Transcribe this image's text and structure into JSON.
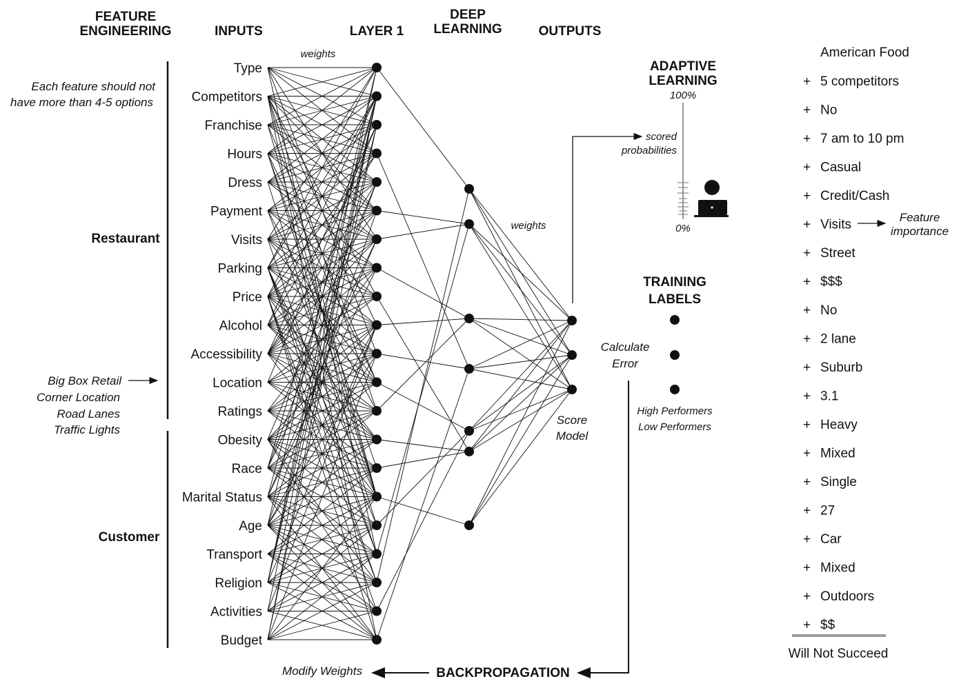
{
  "headers": {
    "feature_engineering": [
      "FEATURE",
      "ENGINEERING"
    ],
    "inputs": "INPUTS",
    "layer1": "LAYER 1",
    "deep_learning": [
      "DEEP",
      "LEARNING"
    ],
    "outputs": "OUTPUTS",
    "adaptive_learning": [
      "ADAPTIVE",
      "LEARNING"
    ],
    "training_labels": [
      "TRAINING",
      "LABELS"
    ],
    "backpropagation": "BACKPROPAGATION"
  },
  "notes": {
    "feature_options": [
      "Each feature should not",
      "have more than 4-5 options"
    ],
    "location_examples": [
      "Big Box Retail",
      "Corner Location",
      "Road Lanes",
      "Traffic Lights"
    ],
    "weights_top": "weights",
    "weights_mid": "weights",
    "scored_probabilities": [
      "scored",
      "probabilities"
    ],
    "pct_top": "100%",
    "pct_bottom": "0%",
    "calculate_error": [
      "Calculate",
      "Error"
    ],
    "score_model": [
      "Score",
      "Model"
    ],
    "performers": [
      "High Performers",
      "Low Performers"
    ],
    "modify_weights": "Modify Weights",
    "feature_importance": [
      "Feature",
      "importance"
    ]
  },
  "groups": {
    "restaurant": "Restaurant",
    "customer": "Customer"
  },
  "inputs": [
    "Type",
    "Competitors",
    "Franchise",
    "Hours",
    "Dress",
    "Payment",
    "Visits",
    "Parking",
    "Price",
    "Alcohol",
    "Accessibility",
    "Location",
    "Ratings",
    "Obesity",
    "Race",
    "Marital Status",
    "Age",
    "Transport",
    "Religion",
    "Activities",
    "Budget"
  ],
  "example": {
    "title": "American Food",
    "items": [
      "5 competitors",
      "No",
      "7 am to 10 pm",
      "Casual",
      "Credit/Cash",
      "Visits",
      "Street",
      "$$$",
      "No",
      "2 lane",
      "Suburb",
      "3.1",
      "Heavy",
      "Mixed",
      "Single",
      "27",
      "Car",
      "Mixed",
      "Outdoors",
      "$$"
    ],
    "plus": "+",
    "highlight_index": 5,
    "highlight_color": "#d9262c",
    "result": "Will Not Succeed"
  },
  "colors": {
    "ink": "#111111",
    "highlight": "#d9262c",
    "divider": "#999999"
  },
  "icons": {
    "user": "person-at-laptop-icon"
  }
}
